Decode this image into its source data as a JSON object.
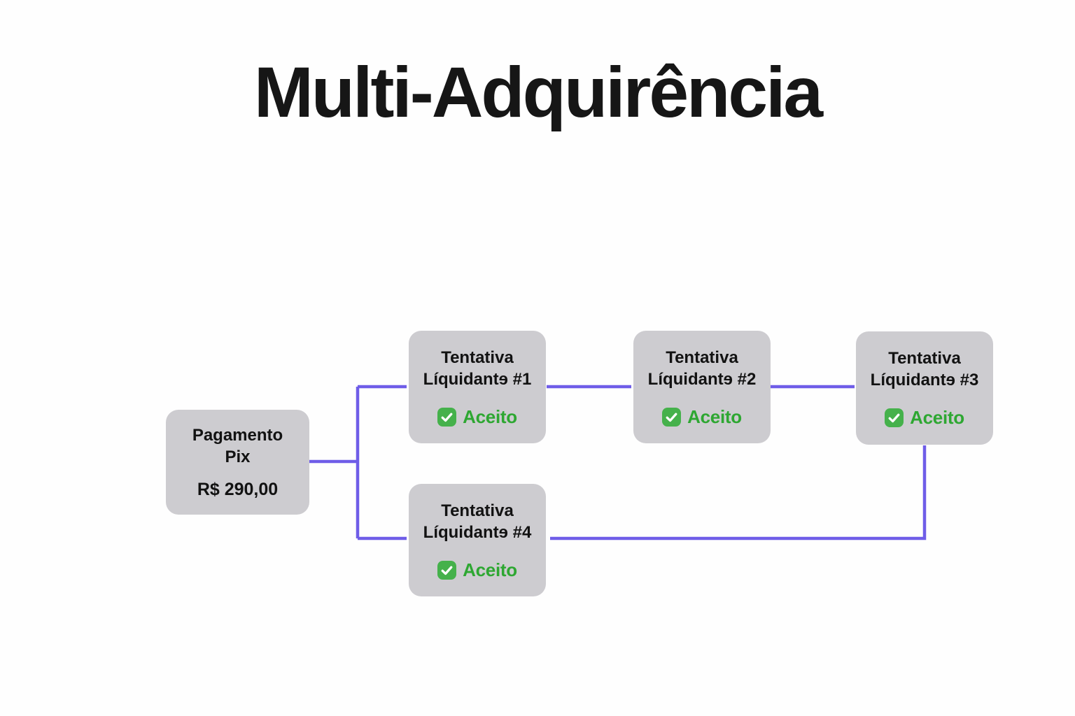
{
  "title": "Multi-Adquirência",
  "flow": {
    "nodes": [
      {
        "id": "pagamento-pix",
        "label_line1": "Pagamento",
        "label_line2": "Pix",
        "amount": "R$ 290,00"
      },
      {
        "id": "tentativa-1",
        "label_line1": "Tentativa",
        "label_line2": "Líquidantɘ #1",
        "status": "Aceito"
      },
      {
        "id": "tentativa-2",
        "label_line1": "Tentativa",
        "label_line2": "Líquidantɘ #2",
        "status": "Aceito"
      },
      {
        "id": "tentativa-3",
        "label_line1": "Tentativa",
        "label_line2": "Líquidantɘ #3",
        "status": "Aceito"
      },
      {
        "id": "tentativa-4",
        "label_line1": "Tentativa",
        "label_line2": "Líquidantɘ #4",
        "status": "Aceito"
      }
    ],
    "edges": [
      {
        "from": "pagamento-pix",
        "to": "tentativa-1"
      },
      {
        "from": "pagamento-pix",
        "to": "tentativa-4"
      },
      {
        "from": "tentativa-1",
        "to": "tentativa-2"
      },
      {
        "from": "tentativa-2",
        "to": "tentativa-3"
      },
      {
        "from": "tentativa-3",
        "to": "tentativa-4"
      }
    ],
    "status_icon": "check-circle-icon"
  },
  "colors": {
    "arrow": "#6f5de8",
    "node_bg": "#cdccd0",
    "title_text": "#161616",
    "node_text": "#121212",
    "status_text": "#2ea732",
    "badge_bg": "#45b14b",
    "badge_check": "#ffffff",
    "background": "#fefefe"
  }
}
